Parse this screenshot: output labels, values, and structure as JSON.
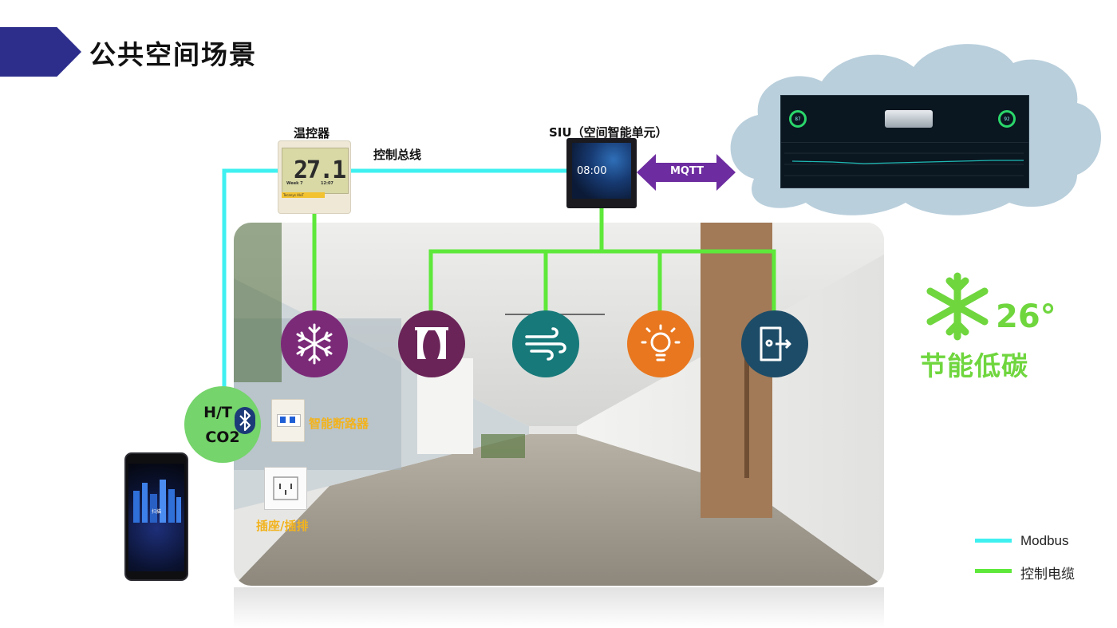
{
  "page_title": "公共空间场景",
  "colors": {
    "banner": "#2d2e8c",
    "modbus": "#3ff0f0",
    "control_cable": "#5ee83a",
    "mqtt": "#6d2ca0",
    "eco_green": "#6fd63e",
    "orange_label": "#f2b31e"
  },
  "thermostat": {
    "label": "温控器",
    "digits": "27.1",
    "week_text": "Week 7",
    "clock_text": "12:07",
    "brand_text": "Tecanys AloT"
  },
  "bus_label": "控制总线",
  "siu": {
    "label": "SIU（空间智能单元）",
    "time": "08:00"
  },
  "mqtt_label": "MQTT",
  "devices": [
    {
      "name": "ac",
      "icon": "snowflake-icon",
      "color": "#7b2a78"
    },
    {
      "name": "curtain",
      "icon": "curtain-icon",
      "color": "#6a2458"
    },
    {
      "name": "fan",
      "icon": "wind-icon",
      "color": "#17797a"
    },
    {
      "name": "light",
      "icon": "lightbulb-icon",
      "color": "#e8771f"
    },
    {
      "name": "door",
      "icon": "door-icon",
      "color": "#1d4c68"
    }
  ],
  "sensor": {
    "line1": "H/T",
    "line2": "CO2",
    "icon": "bluetooth-icon"
  },
  "breaker_label": "智能断路器",
  "socket_label": "插座/插排",
  "phone_label": "扫描",
  "dashboard": {
    "ring_left": "87",
    "ring_right": "92"
  },
  "eco": {
    "temp": "26°",
    "slogan": "节能低碳",
    "icon": "snowflake-icon"
  },
  "legend": [
    {
      "label": "Modbus",
      "color": "#3ff0f0"
    },
    {
      "label": "控制电缆",
      "color": "#5ee83a"
    }
  ]
}
